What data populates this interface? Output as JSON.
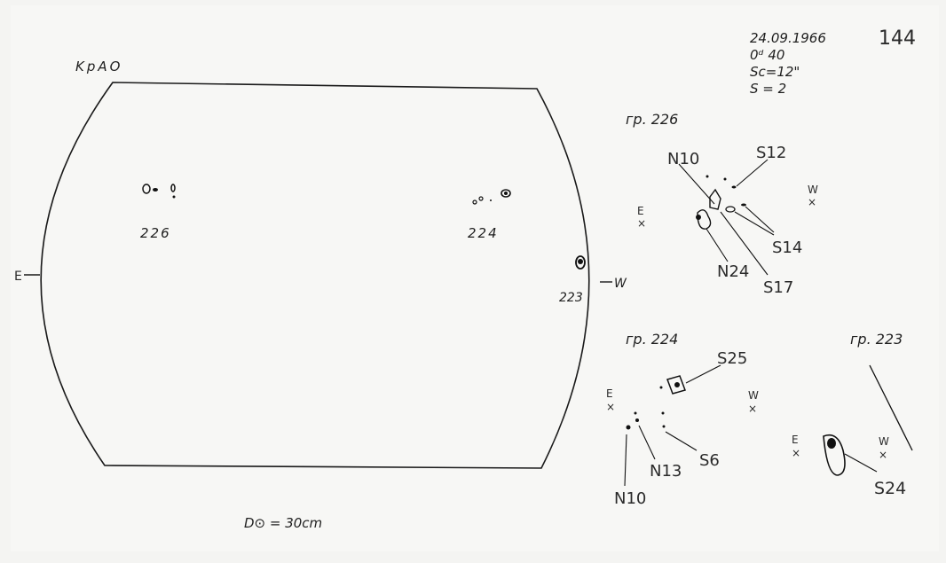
{
  "header": {
    "date": "24.09.1966",
    "time": "0ᵈ 40",
    "seeing": "Sc=12\"",
    "s_value": "S = 2",
    "sheet_number": "144",
    "station": "KpAO"
  },
  "disk": {
    "east_label": "E",
    "west_label": "W",
    "diameter_note": "D⊙ = 30cm",
    "groups": [
      {
        "number": "226"
      },
      {
        "number": "224"
      },
      {
        "number": "223"
      }
    ]
  },
  "details": [
    {
      "title": "гр. 226",
      "east": "E",
      "west": "W",
      "labels": [
        "N10",
        "S12",
        "S14",
        "N24",
        "S17"
      ]
    },
    {
      "title": "гр. 224",
      "east": "E",
      "west": "W",
      "labels": [
        "S25",
        "N13",
        "S6",
        "N10"
      ]
    },
    {
      "title": "гр. 223",
      "east": "E",
      "west": "W",
      "labels": [
        "S24"
      ]
    }
  ]
}
